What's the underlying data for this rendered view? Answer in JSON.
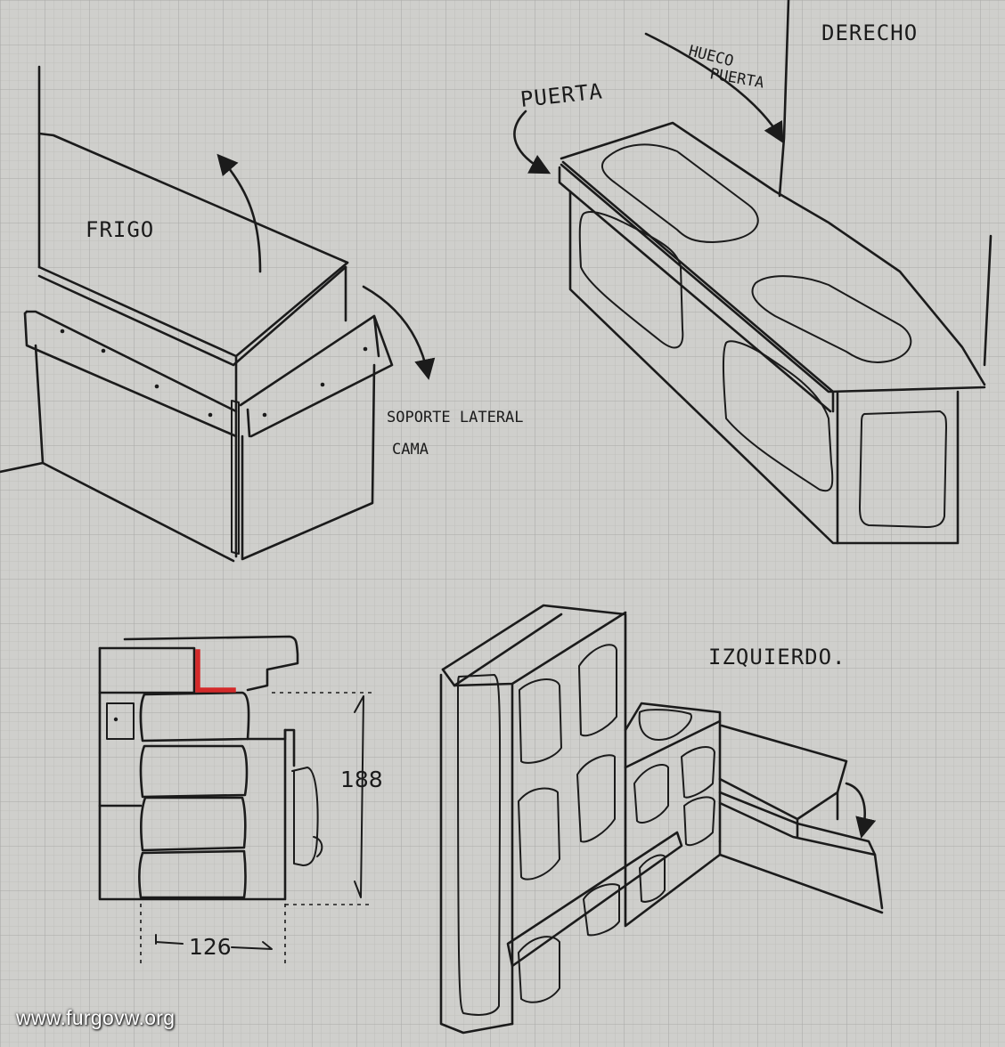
{
  "labels": {
    "frigo": "FRIGO",
    "soporte_1": "SOPORTE LATERAL",
    "soporte_2": "CAMA",
    "derecho": "DERECHO",
    "hueco_1": "HUECO",
    "hueco_2": "PUERTA",
    "puerta": "PUERTA",
    "izquierdo": "IZQUIERDO."
  },
  "dimensions": {
    "height": "188",
    "width": "126"
  },
  "watermark": "www.furgovw.org",
  "colors": {
    "paper": "#cfcfcc",
    "grid_minor": "#b9b9b6",
    "grid_major": "#a8a8a5",
    "ink": "#1b1b1b",
    "accent_red": "#d42a2a"
  }
}
